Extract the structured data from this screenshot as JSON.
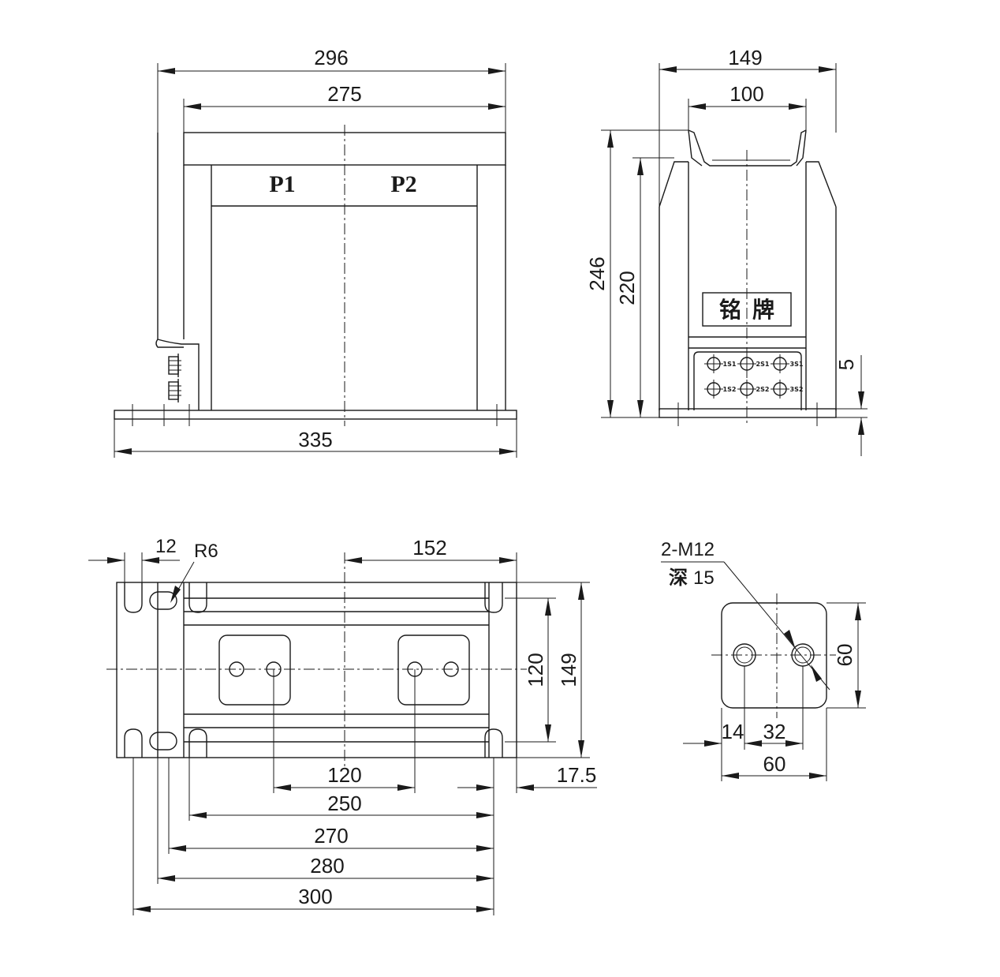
{
  "front_view": {
    "dims": {
      "overall_width": "296",
      "top_width": "275",
      "base_length": "335"
    },
    "terminal_labels": {
      "primary_1": "P1",
      "primary_2": "P2"
    }
  },
  "side_view": {
    "dims": {
      "top_width": "149",
      "inner_width": "100",
      "total_height": "246",
      "body_height": "220",
      "base_thickness": "5"
    },
    "nameplate": {
      "char1": "铭",
      "char2": "牌"
    },
    "terminals": [
      "1S1",
      "2S1",
      "3S1",
      "1S2",
      "2S2",
      "3S2"
    ]
  },
  "plan_view": {
    "dims": {
      "slot_width": "12",
      "slot_radius": "R6",
      "half_length": "152",
      "hole_span_inner": "120",
      "base_width": "149",
      "terminal_spacing": "120",
      "edge_offset": "17.5",
      "span_250": "250",
      "span_270": "270",
      "span_280": "280",
      "span_300": "300"
    }
  },
  "detail_view": {
    "thread_spec": "2-M12",
    "depth_label": "深",
    "depth_value": "15",
    "dims": {
      "height": "60",
      "offset_1": "14",
      "hole_spacing": "32",
      "width": "60"
    }
  }
}
